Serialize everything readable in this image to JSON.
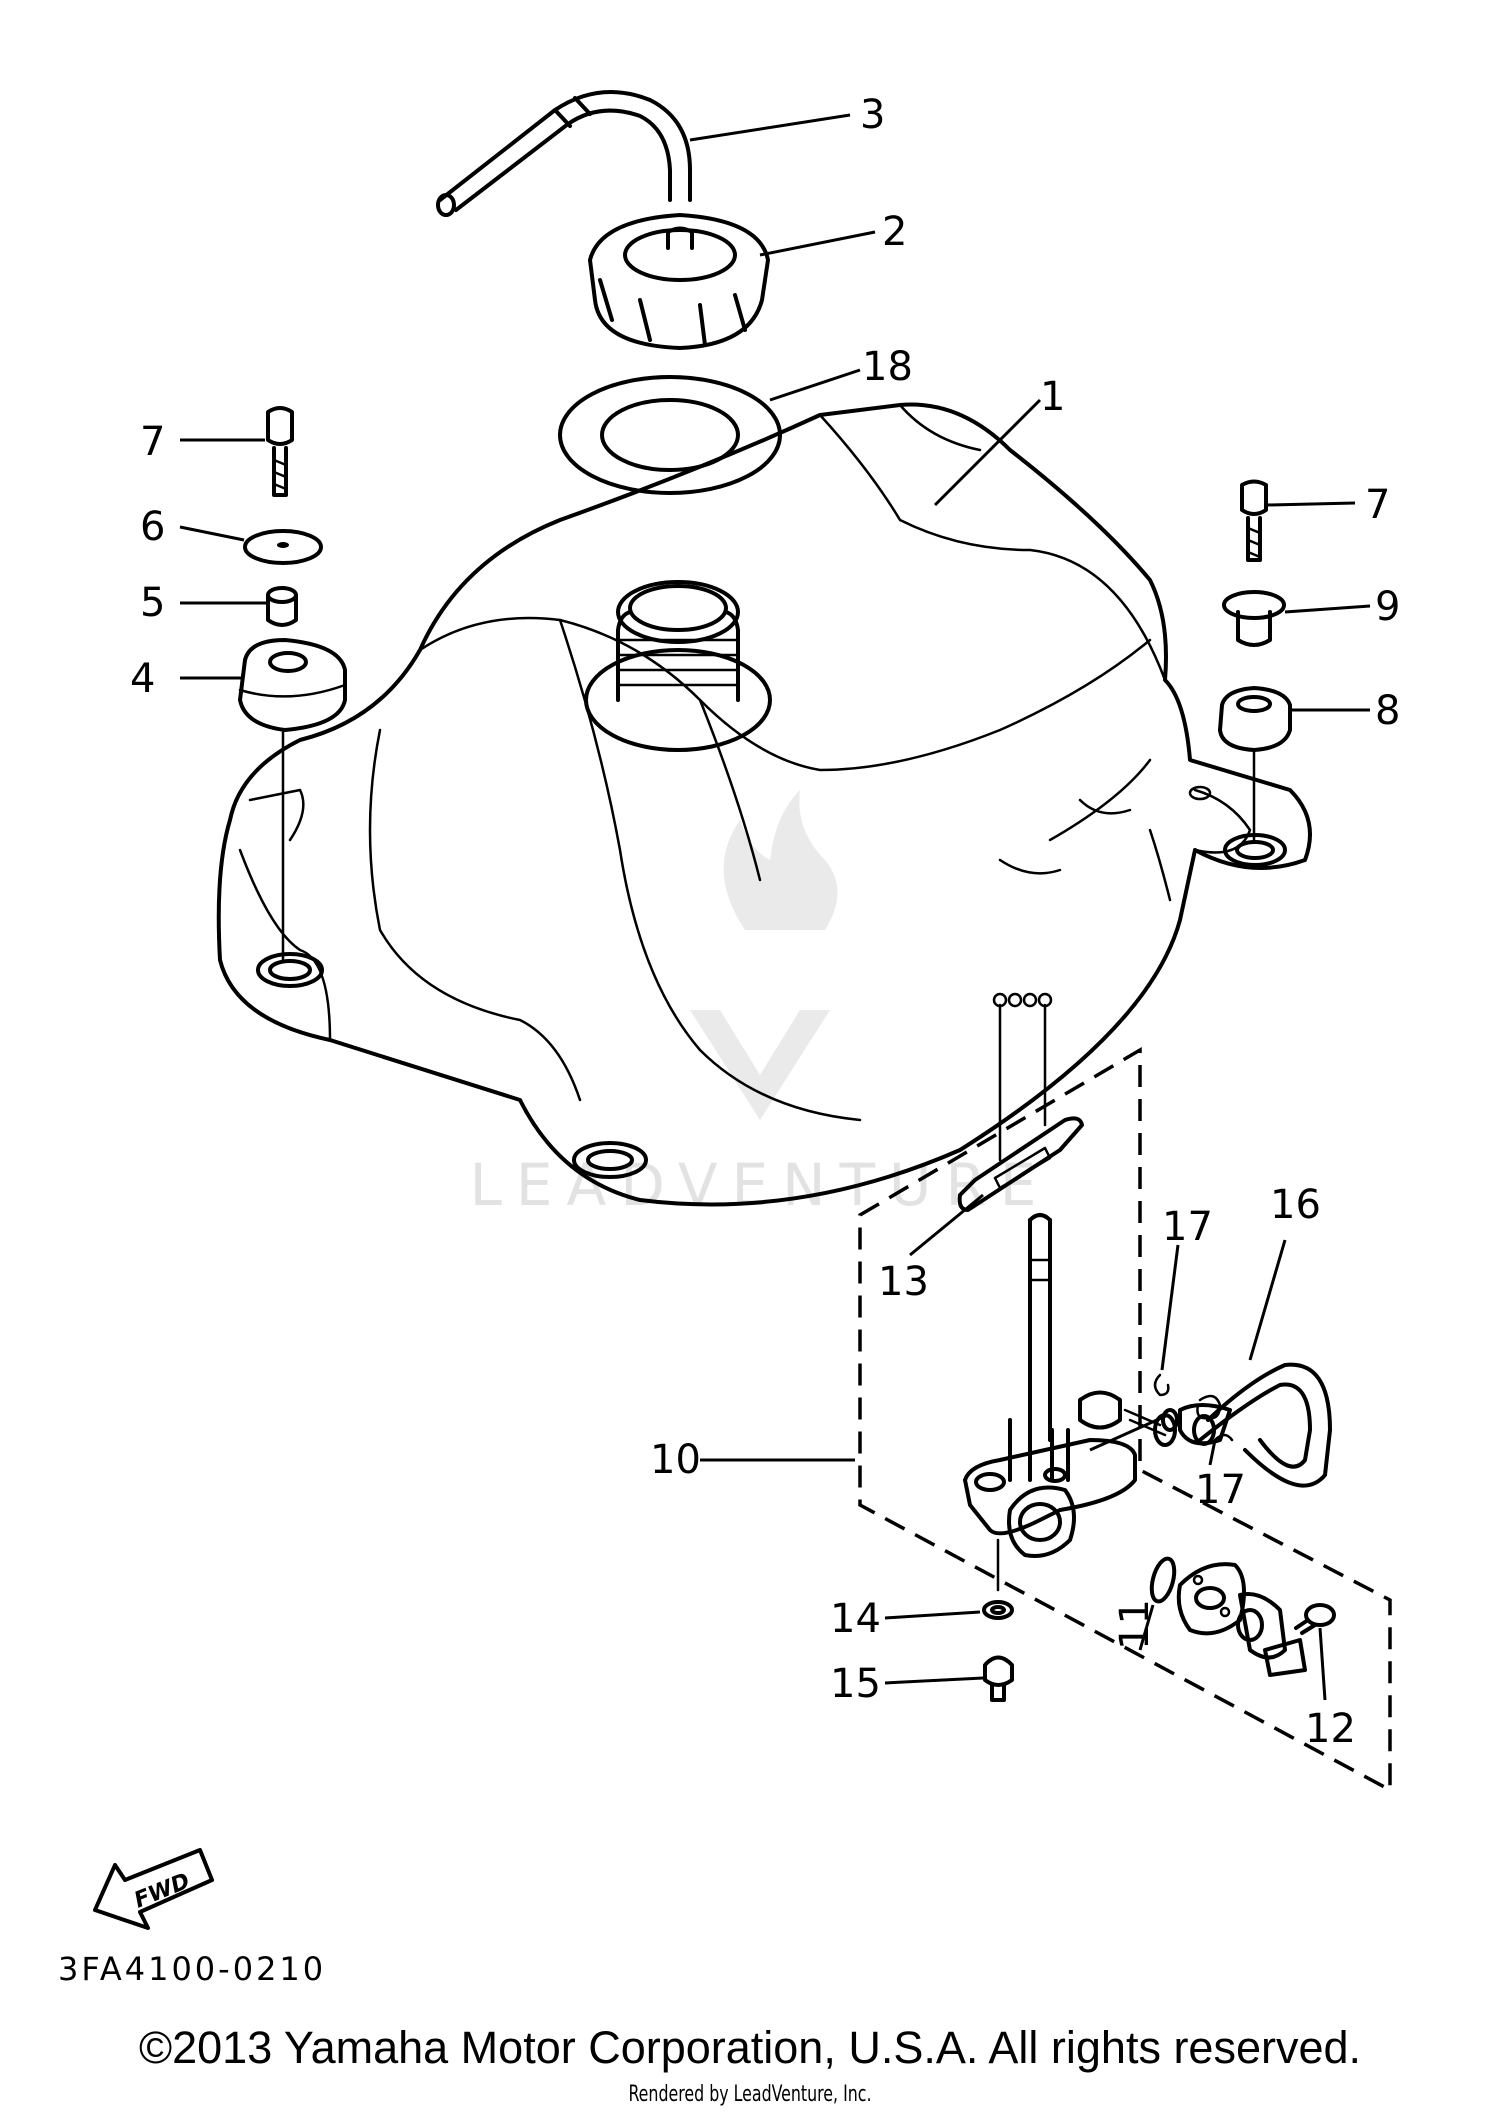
{
  "figure_code": "3FA4100-0210",
  "copyright": "©2013 Yamaha Motor Corporation, U.S.A. All rights reserved.",
  "rendered_by": "Rendered by LeadVenture, Inc.",
  "watermark": "LEADVENTURE",
  "fwd_label": "FWD",
  "callouts": [
    {
      "id": "c3",
      "label": "3"
    },
    {
      "id": "c2",
      "label": "2"
    },
    {
      "id": "c18",
      "label": "18"
    },
    {
      "id": "c1",
      "label": "1"
    },
    {
      "id": "c7a",
      "label": "7"
    },
    {
      "id": "c6",
      "label": "6"
    },
    {
      "id": "c5",
      "label": "5"
    },
    {
      "id": "c4",
      "label": "4"
    },
    {
      "id": "c7b",
      "label": "7"
    },
    {
      "id": "c9",
      "label": "9"
    },
    {
      "id": "c8",
      "label": "8"
    },
    {
      "id": "c13",
      "label": "13"
    },
    {
      "id": "c17a",
      "label": "17"
    },
    {
      "id": "c16",
      "label": "16"
    },
    {
      "id": "c10",
      "label": "10"
    },
    {
      "id": "c17b",
      "label": "17"
    },
    {
      "id": "c14",
      "label": "14"
    },
    {
      "id": "c15",
      "label": "15"
    },
    {
      "id": "c11",
      "label": "11"
    },
    {
      "id": "c12",
      "label": "12"
    }
  ]
}
